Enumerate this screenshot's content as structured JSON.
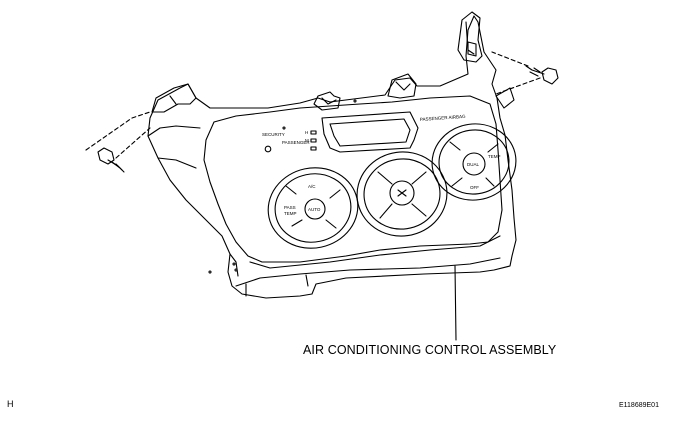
{
  "callout_label": "AIR CONDITIONING CONTROL ASSEMBLY",
  "corner_left_label": "H",
  "figure_code": "E118689E01",
  "panel_text": {
    "passenger_airbag": "PASSENGER AIRBAG",
    "security": "SECURITY",
    "passenger": "PASSENGER",
    "h": "H",
    "m": "M",
    "ac": "A/C",
    "auto": "AUTO",
    "pass": "PASS",
    "temp": "TEMP",
    "dual": "DUAL",
    "off": "OFF"
  },
  "colors": {
    "line": "#000000",
    "background": "#ffffff"
  }
}
